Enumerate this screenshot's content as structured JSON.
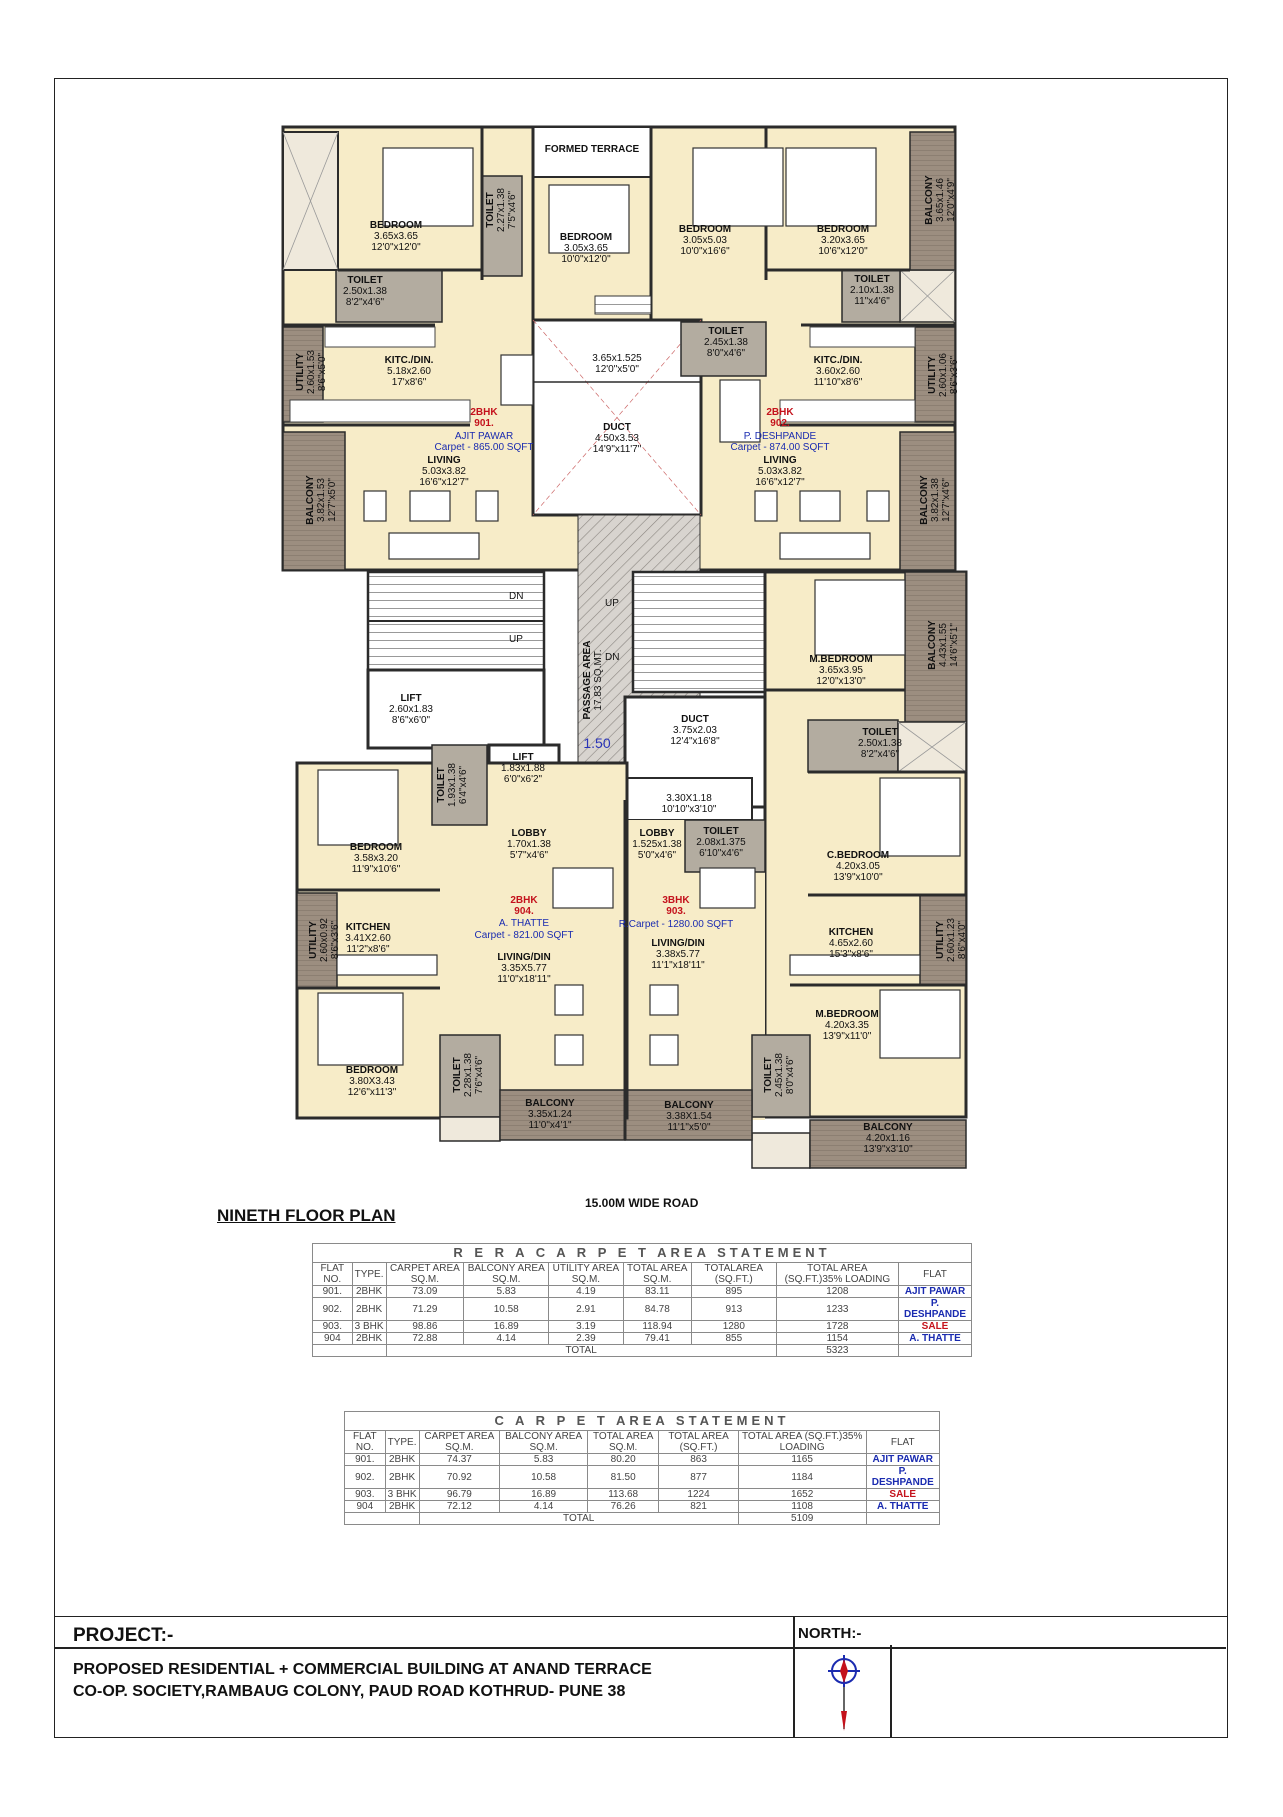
{
  "plan": {
    "title": "NINETH FLOOR PLAN",
    "road_label": "15.00M WIDE ROAD",
    "formed_terrace": "FORMED TERRACE",
    "rooms": {
      "r901_bed": {
        "n": "BEDROOM",
        "m": "3.65x3.65",
        "f": "12'0\"x12'0\""
      },
      "r901_bed2": {
        "n": "BEDROOM",
        "m": "3.05x3.65",
        "f": "10'0\"x12'0\""
      },
      "r901_toilet_a": {
        "n": "TOILET",
        "m": "2.27x1.38",
        "f": "7'5\"x4'6\""
      },
      "r901_toilet_b": {
        "n": "TOILET",
        "m": "2.50x1.38",
        "f": "8'2\"x4'6\""
      },
      "r901_utility": {
        "n": "UTILITY",
        "m": "2.60x1.53",
        "f": "8'6\"x5'0\""
      },
      "r901_kitc": {
        "n": "KITC./DIN.",
        "m": "5.18x2.60",
        "f": "17'x8'6\""
      },
      "r901_balcony": {
        "n": "BALCONY",
        "m": "3.82x1.53",
        "f": "12'7\"x5'0\""
      },
      "r901_living": {
        "n": "LIVING",
        "m": "5.03x3.82",
        "f": "16'6\"x12'7\""
      },
      "r902_bed": {
        "n": "BEDROOM",
        "m": "3.05x5.03",
        "f": "10'0\"x16'6\""
      },
      "r902_bed2": {
        "n": "BEDROOM",
        "m": "3.20x3.65",
        "f": "10'6\"x12'0\""
      },
      "r902_balcony_top": {
        "n": "BALCONY",
        "m": "3.65x1.46",
        "f": "12'0\"x4'9\""
      },
      "r902_toilet_a": {
        "n": "TOILET",
        "m": "2.10x1.38",
        "f": "11\"x4'6\""
      },
      "r902_toilet_b": {
        "n": "TOILET",
        "m": "2.45x1.38",
        "f": "8'0\"x4'6\""
      },
      "r902_kitc": {
        "n": "KITC./DIN.",
        "m": "3.60x2.60",
        "f": "11'10\"x8'6\""
      },
      "r902_utility": {
        "n": "UTILITY",
        "m": "2.60x1.06",
        "f": "8'6\"x3'6\""
      },
      "r902_living": {
        "n": "LIVING",
        "m": "5.03x3.82",
        "f": "16'6\"x12'7\""
      },
      "r902_balcony": {
        "n": "BALCONY",
        "m": "3.82x1.38",
        "f": "12'7\"x4'6\""
      },
      "duct_top_a": {
        "n": "",
        "m": "3.65x1.525",
        "f": "12'0\"x5'0\""
      },
      "duct_top": {
        "n": "DUCT",
        "m": "4.50x3.53",
        "f": "14'9\"x11'7\""
      },
      "lift1": {
        "n": "LIFT",
        "m": "2.60x1.83",
        "f": "8'6\"x6'0\""
      },
      "lift2": {
        "n": "LIFT",
        "m": "1.83x1.88",
        "f": "6'0\"x6'2\""
      },
      "passage": {
        "n": "PASSAGE AREA",
        "m": "17.83 SQ.MT."
      },
      "duct_mid": {
        "n": "DUCT",
        "m": "3.75x2.03",
        "f": "12'4\"x16'8\""
      },
      "duct_mid_b": {
        "n": "",
        "m": "3.30X1.18",
        "f": "10'10\"x3'10\""
      },
      "r903_mbed": {
        "n": "M.BEDROOM",
        "m": "3.65x3.95",
        "f": "12'0\"x13'0\""
      },
      "r903_balc_r": {
        "n": "BALCONY",
        "m": "4.43x1.55",
        "f": "14'6\"x5'1\""
      },
      "r903_toilet": {
        "n": "TOILET",
        "m": "2.50x1.38",
        "f": "8'2\"x4'6\""
      },
      "r903_cbed": {
        "n": "C.BEDROOM",
        "m": "4.20x3.05",
        "f": "13'9\"x10'0\""
      },
      "r903_kitchen": {
        "n": "KITCHEN",
        "m": "4.65x2.60",
        "f": "15'3\"x8'6\""
      },
      "r903_utility": {
        "n": "UTILITY",
        "m": "2.60x1.23",
        "f": "8'6\"x4'0\""
      },
      "r903_mbed2": {
        "n": "M.BEDROOM",
        "m": "4.20x3.35",
        "f": "13'9\"x11'0\""
      },
      "r903_lobby": {
        "n": "LOBBY",
        "m": "1.525x1.38",
        "f": "5'0\"x4'6\""
      },
      "r903_toilet2": {
        "n": "TOILET",
        "m": "2.08x1.375",
        "f": "6'10\"x4'6\""
      },
      "r903_living": {
        "n": "LIVING/DIN",
        "m": "3.38x5.77",
        "f": "11'1\"x18'11\""
      },
      "r903_balc_a": {
        "n": "BALCONY",
        "m": "3.38X1.54",
        "f": "11'1\"x5'0\""
      },
      "r903_balc_b": {
        "n": "BALCONY",
        "m": "4.20x1.16",
        "f": "13'9\"x3'10\""
      },
      "r903_toilet3": {
        "n": "TOILET",
        "m": "2.45x1.38",
        "f": "8'0\"x4'6\""
      },
      "r904_bed": {
        "n": "BEDROOM",
        "m": "3.58x3.20",
        "f": "11'9\"x10'6\""
      },
      "r904_toilet": {
        "n": "TOILET",
        "m": "1.93x1.38",
        "f": "6'4\"x4'6\""
      },
      "r904_lobby": {
        "n": "LOBBY",
        "m": "1.70x1.38",
        "f": "5'7\"x4'6\""
      },
      "r904_kitchen": {
        "n": "KITCHEN",
        "m": "3.41X2.60",
        "f": "11'2\"x8'6\""
      },
      "r904_utility": {
        "n": "UTILITY",
        "m": "2.60x0.92",
        "f": "8'6\"x3'6\""
      },
      "r904_living": {
        "n": "LIVING/DIN",
        "m": "3.35X5.77",
        "f": "11'0\"x18'11\""
      },
      "r904_bed2": {
        "n": "BEDROOM",
        "m": "3.80X3.43",
        "f": "12'6\"x11'3\""
      },
      "r904_toilet2": {
        "n": "TOILET",
        "m": "2.28x1.38",
        "f": "7'6\"x4'6\""
      },
      "r904_balcony": {
        "n": "BALCONY",
        "m": "3.35x1.24",
        "f": "11'0\"x4'1\""
      }
    },
    "flats": {
      "f901": {
        "type": "2BHK",
        "no": "901.",
        "owner": "AJIT PAWAR",
        "carpet": "Carpet - 865.00 SQFT"
      },
      "f902": {
        "type": "2BHK",
        "no": "902.",
        "owner": "P. DESHPANDE",
        "carpet": "Carpet - 874.00 SQFT"
      },
      "f903": {
        "type": "3BHK",
        "no": "903.",
        "carpet": "R.Carpet - 1280.00 SQFT"
      },
      "f904": {
        "type": "2BHK",
        "no": "904.",
        "owner": "A. THATTE",
        "carpet": "Carpet - 821.00 SQFT"
      }
    },
    "stairs": {
      "dn": "DN",
      "up": "UP"
    },
    "dim_marker": "1.50"
  },
  "rera_table": {
    "title": "R E R A  C A R P E T  AREA STATEMENT",
    "headers": [
      "FLAT NO.",
      "TYPE.",
      "CARPET AREA SQ.M.",
      "BALCONY AREA SQ.M.",
      "UTILITY AREA SQ.M.",
      "TOTAL AREA SQ.M.",
      "TOTALAREA (SQ.FT.)",
      "TOTAL AREA (SQ.FT.)35% LOADING",
      "FLAT"
    ],
    "rows": [
      [
        "901.",
        "2BHK",
        "73.09",
        "5.83",
        "4.19",
        "83.11",
        "895",
        "1208",
        "AJIT PAWAR"
      ],
      [
        "902.",
        "2BHK",
        "71.29",
        "10.58",
        "2.91",
        "84.78",
        "913",
        "1233",
        "P. DESHPANDE"
      ],
      [
        "903.",
        "3 BHK",
        "98.86",
        "16.89",
        "3.19",
        "118.94",
        "1280",
        "1728",
        "SALE"
      ],
      [
        "904",
        "2BHK",
        "72.88",
        "4.14",
        "2.39",
        "79.41",
        "855",
        "1154",
        "A. THATTE"
      ]
    ],
    "total_label": "TOTAL",
    "total_value": "5323"
  },
  "carpet_table": {
    "title": "C A R P E T  AREA STATEMENT",
    "headers": [
      "FLAT NO.",
      "TYPE.",
      "CARPET AREA SQ.M.",
      "BALCONY AREA SQ.M.",
      "TOTAL AREA SQ.M.",
      "TOTAL AREA (SQ.FT.)",
      "TOTAL AREA (SQ.FT.)35% LOADING",
      "FLAT"
    ],
    "rows": [
      [
        "901.",
        "2BHK",
        "74.37",
        "5.83",
        "80.20",
        "863",
        "1165",
        "AJIT PAWAR"
      ],
      [
        "902.",
        "2BHK",
        "70.92",
        "10.58",
        "81.50",
        "877",
        "1184",
        "P. DESHPANDE"
      ],
      [
        "903.",
        "3 BHK",
        "96.79",
        "16.89",
        "113.68",
        "1224",
        "1652",
        "SALE"
      ],
      [
        "904",
        "2BHK",
        "72.12",
        "4.14",
        "76.26",
        "821",
        "1108",
        "A. THATTE"
      ]
    ],
    "total_label": "TOTAL",
    "total_value": "5109"
  },
  "title_block": {
    "project_label": "PROJECT:-",
    "north_label": "NORTH:-",
    "description": "PROPOSED RESIDENTIAL + COMMERCIAL BUILDING AT ANAND TERRACE\nCO-OP. SOCIETY,RAMBAUG COLONY, PAUD ROAD KOTHRUD- PUNE 38"
  },
  "colors": {
    "floor": "#f7ecc8",
    "wet": "#b3aca0",
    "balcony": "#9c8e80",
    "wall": "#2b2b2b",
    "owner_blue": "#1a2bb0",
    "flat_red": "#c4121c"
  }
}
